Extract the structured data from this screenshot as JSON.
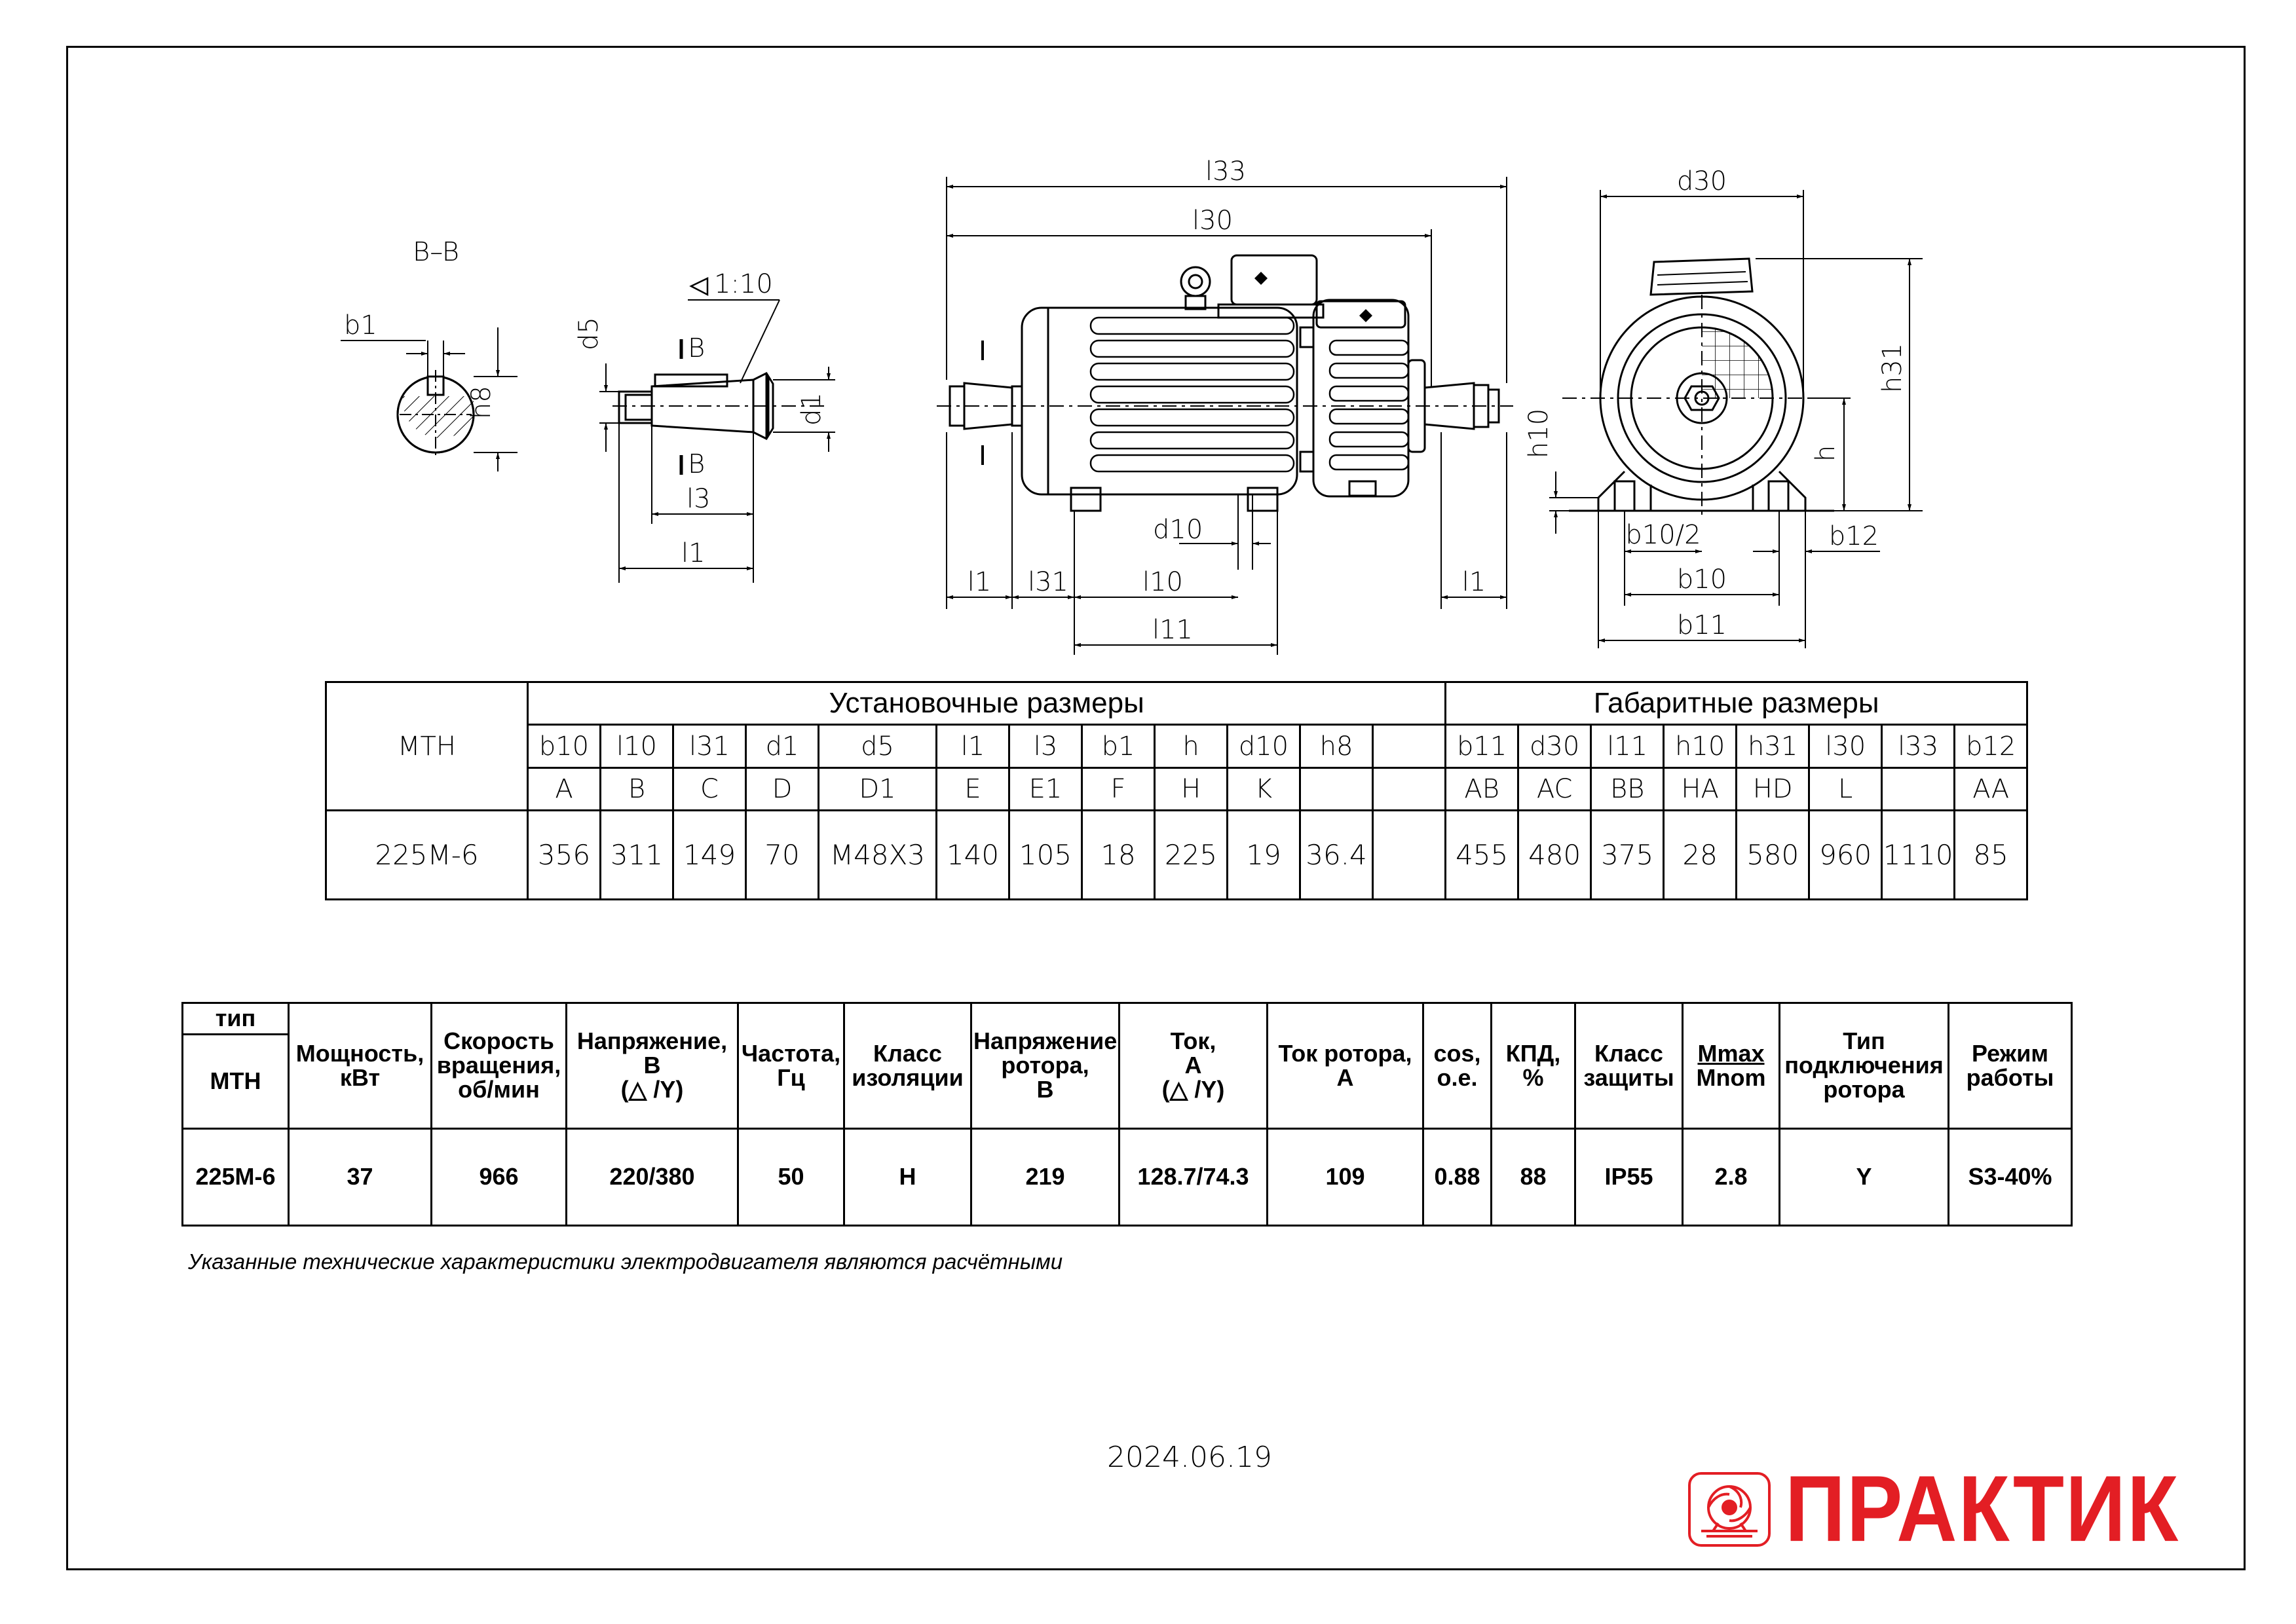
{
  "drawing": {
    "section_label": "B–B",
    "taper_label": "1:10",
    "cut_mark": "B",
    "labels": {
      "b1": "b1",
      "h8": "h8",
      "d5": "d5",
      "d1": "d1",
      "l3": "l3",
      "l1": "l1",
      "l33": "l33",
      "l30": "l30",
      "d10": "d10",
      "l31": "l31",
      "l10": "l10",
      "l11": "l11",
      "d30": "d30",
      "h31": "h31",
      "h10": "h10",
      "h": "h",
      "b10_2": "b10/2",
      "b12": "b12",
      "b10": "b10",
      "b11": "b11"
    }
  },
  "dimensions_table": {
    "model_header": "МТН",
    "installation_title": "Установочные размеры",
    "overall_title": "Габаритные размеры",
    "install_cols": [
      {
        "sym": "b10",
        "code": "A",
        "val": "356"
      },
      {
        "sym": "l10",
        "code": "B",
        "val": "311"
      },
      {
        "sym": "l31",
        "code": "C",
        "val": "149"
      },
      {
        "sym": "d1",
        "code": "D",
        "val": "70"
      },
      {
        "sym": "d5",
        "code": "D1",
        "val": "M48X3"
      },
      {
        "sym": "l1",
        "code": "E",
        "val": "140"
      },
      {
        "sym": "l3",
        "code": "E1",
        "val": "105"
      },
      {
        "sym": "b1",
        "code": "F",
        "val": "18"
      },
      {
        "sym": "h",
        "code": "H",
        "val": "225"
      },
      {
        "sym": "d10",
        "code": "K",
        "val": "19"
      },
      {
        "sym": "h8",
        "code": "",
        "val": "36.4"
      },
      {
        "sym": "",
        "code": "",
        "val": ""
      }
    ],
    "overall_cols": [
      {
        "sym": "b11",
        "code": "AB",
        "val": "455"
      },
      {
        "sym": "d30",
        "code": "AC",
        "val": "480"
      },
      {
        "sym": "l11",
        "code": "BB",
        "val": "375"
      },
      {
        "sym": "h10",
        "code": "HA",
        "val": "28"
      },
      {
        "sym": "h31",
        "code": "HD",
        "val": "580"
      },
      {
        "sym": "l30",
        "code": "L",
        "val": "960"
      },
      {
        "sym": "l33",
        "code": "",
        "val": "1110"
      },
      {
        "sym": "b12",
        "code": "AA",
        "val": "85"
      }
    ],
    "model": "225M-6"
  },
  "specs_table": {
    "type_label": "тип",
    "series": "МТН",
    "headers": {
      "power": [
        "Мощность,",
        "кВт"
      ],
      "speed": [
        "Скорость",
        "вращения,",
        "об/мин"
      ],
      "voltage": [
        "Напряжение,",
        "В",
        "(△ /Y)"
      ],
      "frequency": [
        "Частота,",
        "Гц"
      ],
      "insulation": [
        "Класс",
        "изоляции"
      ],
      "rotor_voltage": [
        "Напряжение",
        "ротора,",
        "В"
      ],
      "current": [
        "Ток,",
        "А",
        "(△ /Y)"
      ],
      "rotor_current": [
        "Ток ротора,",
        "А"
      ],
      "cos": [
        "cos,",
        "о.е."
      ],
      "efficiency": [
        "КПД,",
        "%"
      ],
      "protection": [
        "Класс",
        "защиты"
      ],
      "torque_ratio": [
        "Mmax",
        "Mnom"
      ],
      "rotor_connection": [
        "Тип",
        "подключения",
        "ротора"
      ],
      "duty": [
        "Режим",
        "работы"
      ]
    },
    "row": {
      "model": "225M-6",
      "power": "37",
      "speed": "966",
      "voltage": "220/380",
      "frequency": "50",
      "insulation": "H",
      "rotor_voltage": "219",
      "current": "128.7/74.3",
      "rotor_current": "109",
      "cos": "0.88",
      "efficiency": "88",
      "protection": "IP55",
      "torque_ratio": "2.8",
      "rotor_connection": "Y",
      "duty": "S3-40%"
    }
  },
  "note": "Указанные технические характеристики электродвигателя являются расчётными",
  "date": "2024.06.19",
  "brand": {
    "name": "ПРАКТИК",
    "color": "#e31e24",
    "logo_icon": "praktik-logo-icon"
  }
}
